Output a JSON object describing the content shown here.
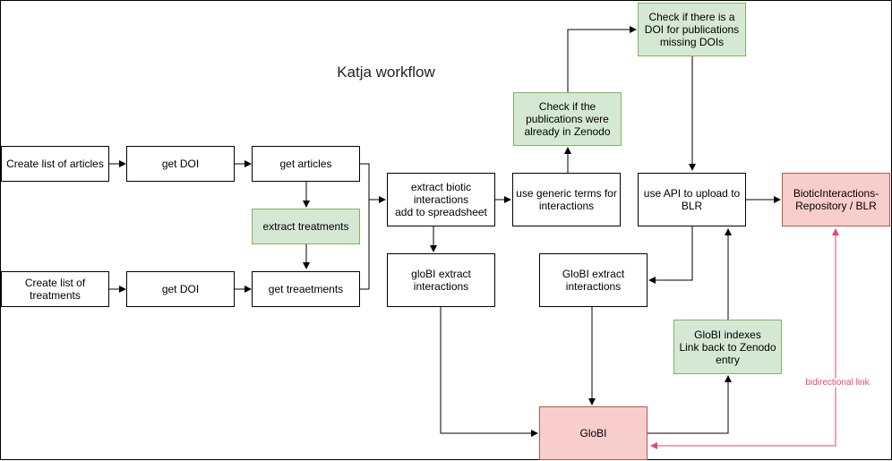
{
  "title": "Katja workflow",
  "nodes": {
    "create_articles": "Create list of articles",
    "get_doi_1": "get  DOI",
    "get_articles": "get articles",
    "extract_treatments": "extract treatments",
    "create_treatments": "Create list of\ntreatments",
    "get_doi_2": "get  DOI",
    "get_treatments": "get treaetments",
    "extract_biotic": "extract biotic\ninteractions\nadd to spreadsheet",
    "globi_extract_1": "gloBI extract\ninteractions",
    "generic_terms": "use generic terms for\ninteractions",
    "check_zenodo": "Check if the\npublications were\nalready in Zenodo",
    "check_doi": "Check if there is a\nDOI for publications\nmissing DOIs",
    "use_api": "use API to upload to\nBLR",
    "biotic_repo": "BioticInteractions-\nRepository / BLR",
    "globi_extract_2": "GloBI extract\ninteractions",
    "globi_indexes": "GloBI indexes\nLink back to Zenodo\nentry",
    "globi": "GloBI"
  },
  "edge_labels": {
    "bidirectional": "bidirectional link"
  },
  "colors": {
    "process_fill": "#d5e8d4",
    "process_border": "#82b366",
    "store_fill": "#f8cecc",
    "store_border": "#b85450",
    "link": "#e6457a"
  }
}
